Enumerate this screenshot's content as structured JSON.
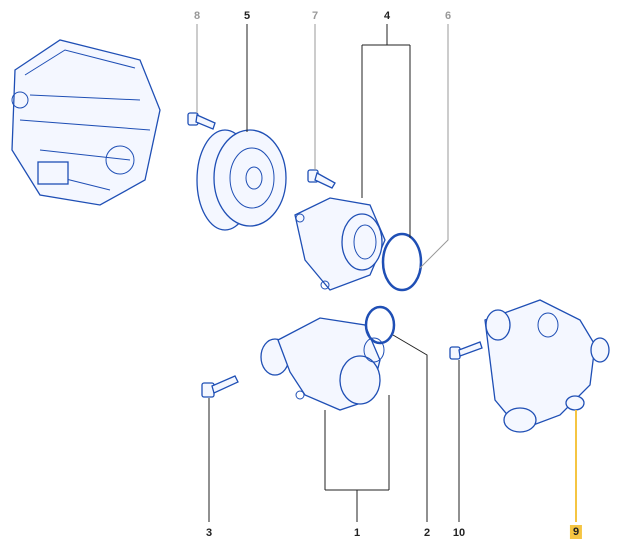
{
  "callouts": [
    {
      "id": "8",
      "label": "8",
      "state": "inactive"
    },
    {
      "id": "5",
      "label": "5",
      "state": "active"
    },
    {
      "id": "7",
      "label": "7",
      "state": "inactive"
    },
    {
      "id": "4",
      "label": "4",
      "state": "active"
    },
    {
      "id": "6",
      "label": "6",
      "state": "inactive"
    },
    {
      "id": "3",
      "label": "3",
      "state": "active"
    },
    {
      "id": "1",
      "label": "1",
      "state": "active"
    },
    {
      "id": "2",
      "label": "2",
      "state": "active"
    },
    {
      "id": "10",
      "label": "10",
      "state": "active"
    },
    {
      "id": "9",
      "label": "9",
      "state": "selected"
    }
  ],
  "colors": {
    "line": "#1f4fb5",
    "highlight": "#f5c542",
    "inactive": "#999999"
  }
}
